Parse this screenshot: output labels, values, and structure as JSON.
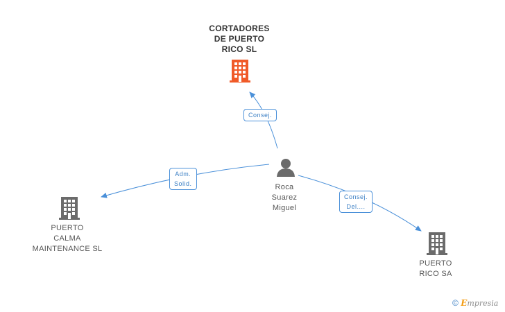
{
  "nodes": {
    "main_company": {
      "lines": [
        "CORTADORES",
        "DE PUERTO",
        "RICO SL"
      ],
      "icon": "building-icon",
      "color": "#f05a28"
    },
    "person": {
      "lines": [
        "Roca",
        "Suarez",
        "Miguel"
      ],
      "icon": "person-icon",
      "color": "#6b6b6b"
    },
    "company_left": {
      "lines": [
        "PUERTO",
        "CALMA",
        "MAINTENANCE SL"
      ],
      "icon": "building-icon",
      "color": "#6b6b6b"
    },
    "company_right": {
      "lines": [
        "PUERTO",
        "RICO SA"
      ],
      "icon": "building-icon",
      "color": "#6b6b6b"
    }
  },
  "edges": {
    "to_main": {
      "lines": [
        "Consej."
      ]
    },
    "to_left": {
      "lines": [
        "Adm.",
        "Solid."
      ]
    },
    "to_right": {
      "lines": [
        "Consej.",
        "Del...."
      ]
    }
  },
  "colors": {
    "edge": "#4a90d9",
    "badge_text": "#3b7fc4"
  },
  "watermark": {
    "symbol": "©",
    "brand_first": "E",
    "brand_rest": "mpresia"
  }
}
